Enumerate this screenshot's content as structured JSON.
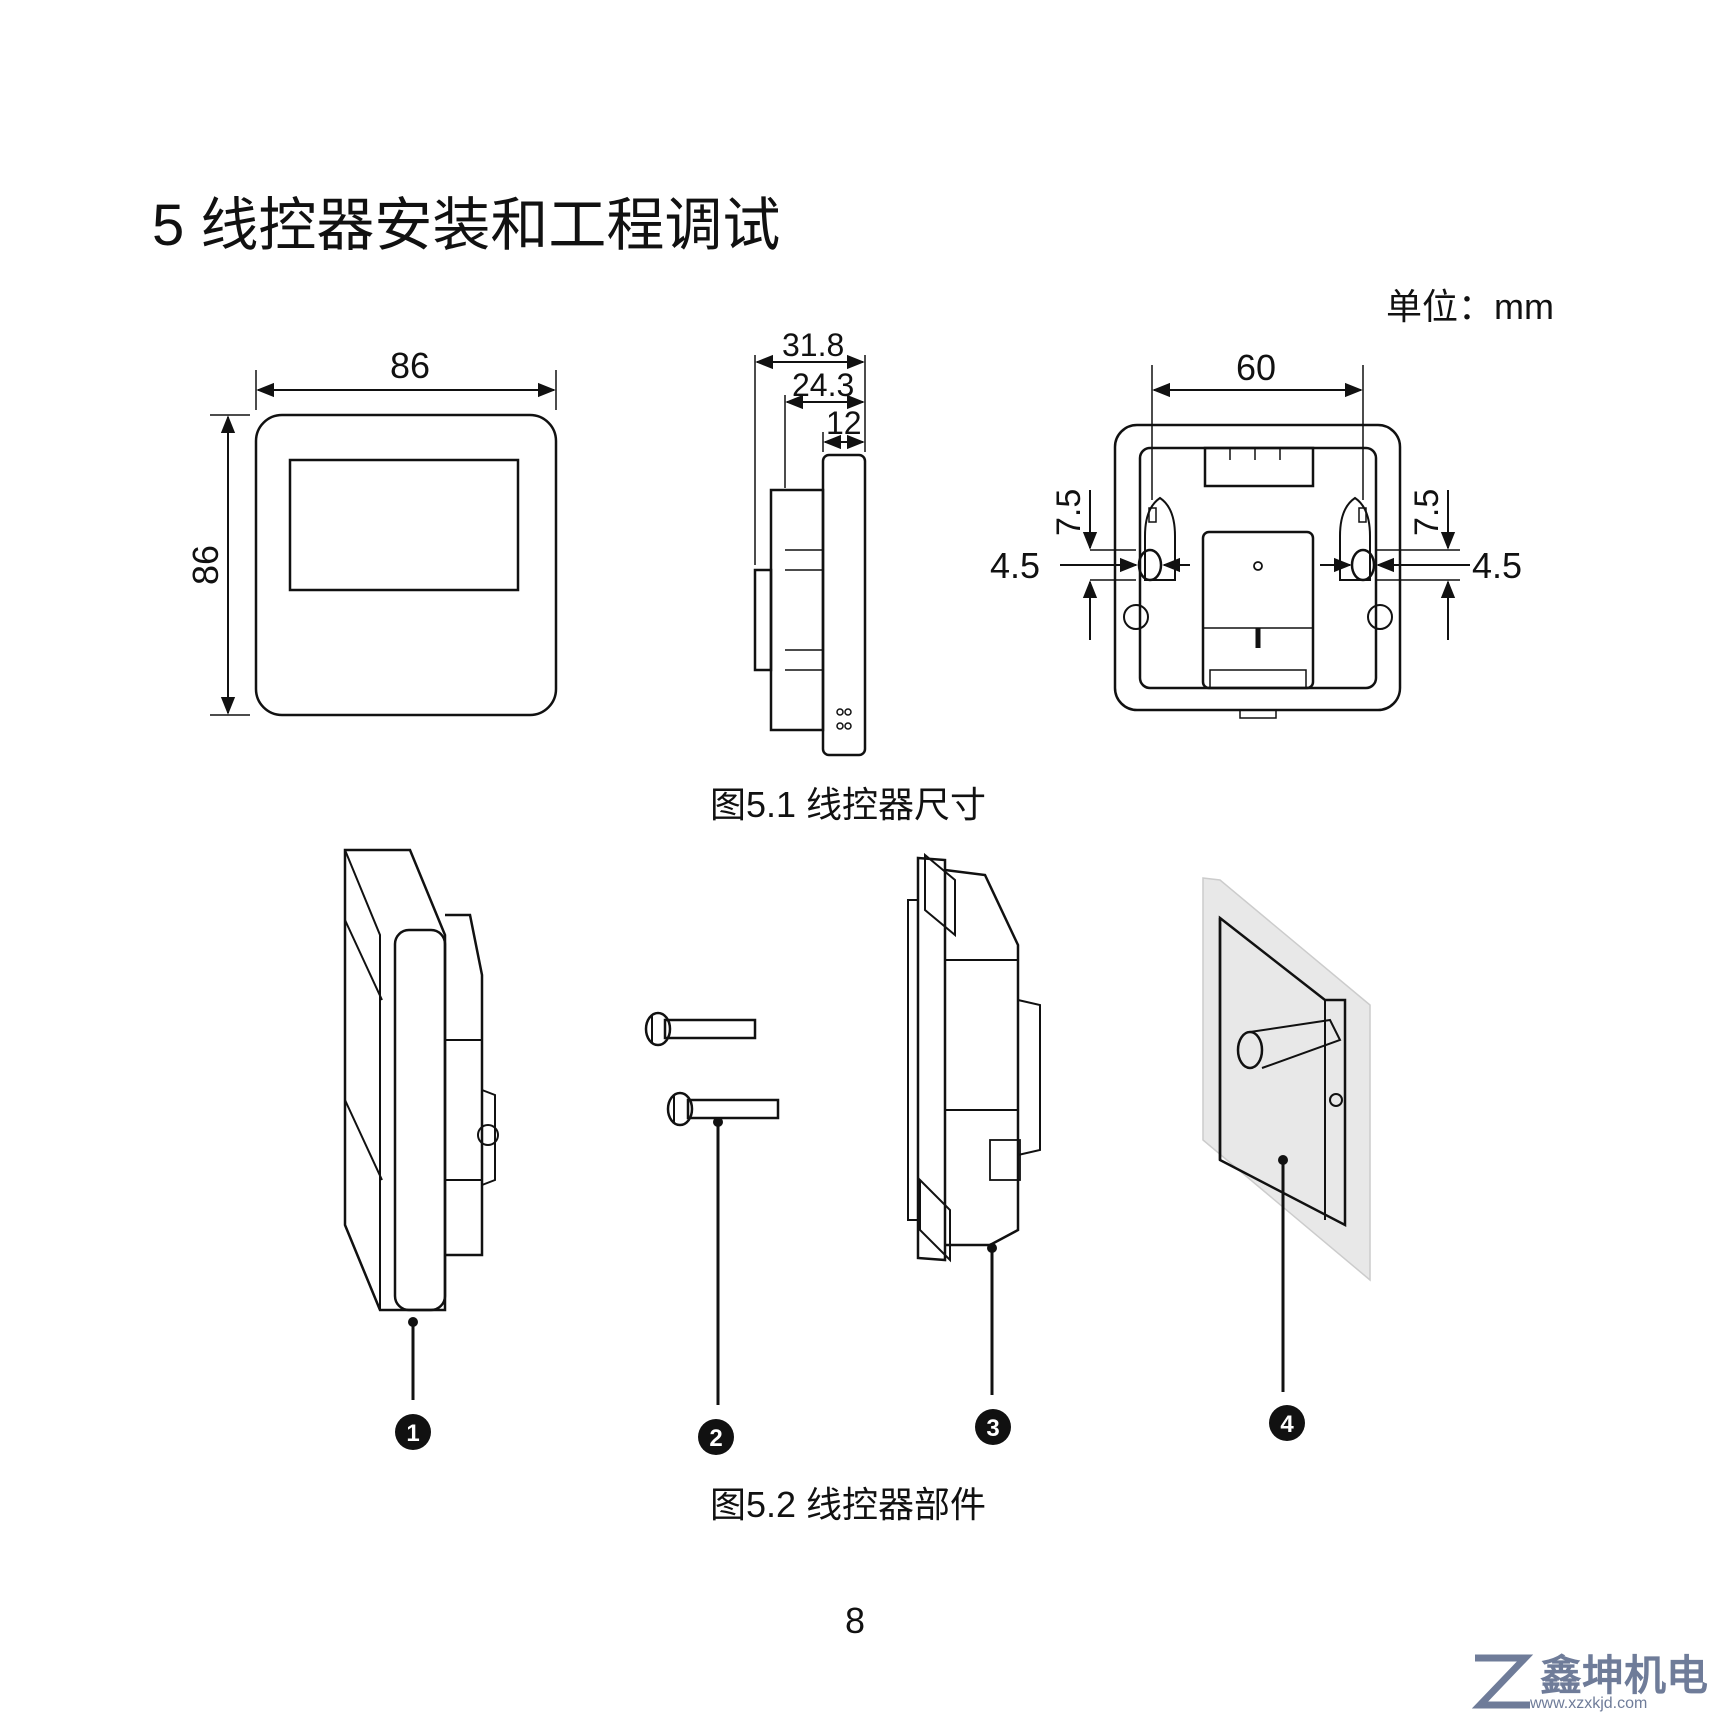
{
  "page": {
    "title": "5 线控器安装和工程调试",
    "unit": "单位：mm",
    "page_number": "8"
  },
  "figure1": {
    "caption": "图5.1  线控器尺寸",
    "front_view": {
      "width": "86",
      "height": "86"
    },
    "side_view": {
      "depth_total": "31.8",
      "depth_mid": "24.3",
      "depth_front": "12"
    },
    "back_view": {
      "hole_spacing": "60",
      "slot_height_left": "7.5",
      "slot_width_left": "4.5",
      "slot_height_right": "7.5",
      "slot_width_right": "4.5"
    }
  },
  "figure2": {
    "caption": "图5.2  线控器部件",
    "callouts": [
      "1",
      "2",
      "3",
      "4"
    ]
  },
  "watermark": {
    "brand": "鑫坤机电",
    "url": "www.xzxkjd.com",
    "color": "#6f7c99"
  }
}
